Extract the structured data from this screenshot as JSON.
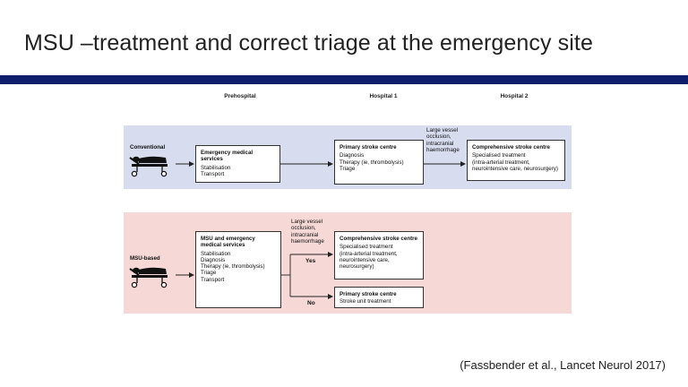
{
  "slide": {
    "title": "MSU –treatment and correct triage at the emergency site",
    "citation": "(Fassbender et al., Lancet Neurol 2017)"
  },
  "columns": [
    "Prehospital",
    "Hospital 1",
    "Hospital 2"
  ],
  "conventional": {
    "label": "Conventional",
    "ems": {
      "title": "Emergency medical services",
      "lines": [
        "Stabilisation",
        "Transport"
      ]
    },
    "primary": {
      "title": "Primary stroke centre",
      "lines": [
        "Diagnosis",
        "Therapy (ie, thrombolysis)",
        "Triage"
      ]
    },
    "condition": [
      "Large vessel",
      "occlusion,",
      "intracranial",
      "haemorrhage"
    ],
    "comprehensive": {
      "title": "Comprehensive stroke centre",
      "lines": [
        "Specialised treatment",
        "(intra-arterial treatment,",
        "neurointensive care, neurosurgery)"
      ]
    }
  },
  "msu": {
    "label": "MSU-based",
    "msu_box": {
      "title_lines": [
        "MSU and emergency",
        "medical services"
      ],
      "lines": [
        "Stabilisation",
        "Diagnosis",
        "Therapy (ie, thrombolysis)",
        "Triage",
        "Transport"
      ]
    },
    "condition": [
      "Large vessel",
      "occlusion,",
      "intracranial",
      "haemorrhage"
    ],
    "yes_label": "Yes",
    "no_label": "No",
    "comprehensive": {
      "title": "Comprehensive stroke centre",
      "lines": [
        "Specialised treatment",
        "(intra-arterial treatment,",
        "neurointensive care,",
        "neurosurgery)"
      ]
    },
    "primary": {
      "title": "Primary stroke centre",
      "lines": [
        "Stroke unit treatment"
      ]
    }
  },
  "colors": {
    "title_bar": "#0f1f6b",
    "conventional_band": "#d8dcef",
    "msu_band": "#f6d8d6"
  }
}
